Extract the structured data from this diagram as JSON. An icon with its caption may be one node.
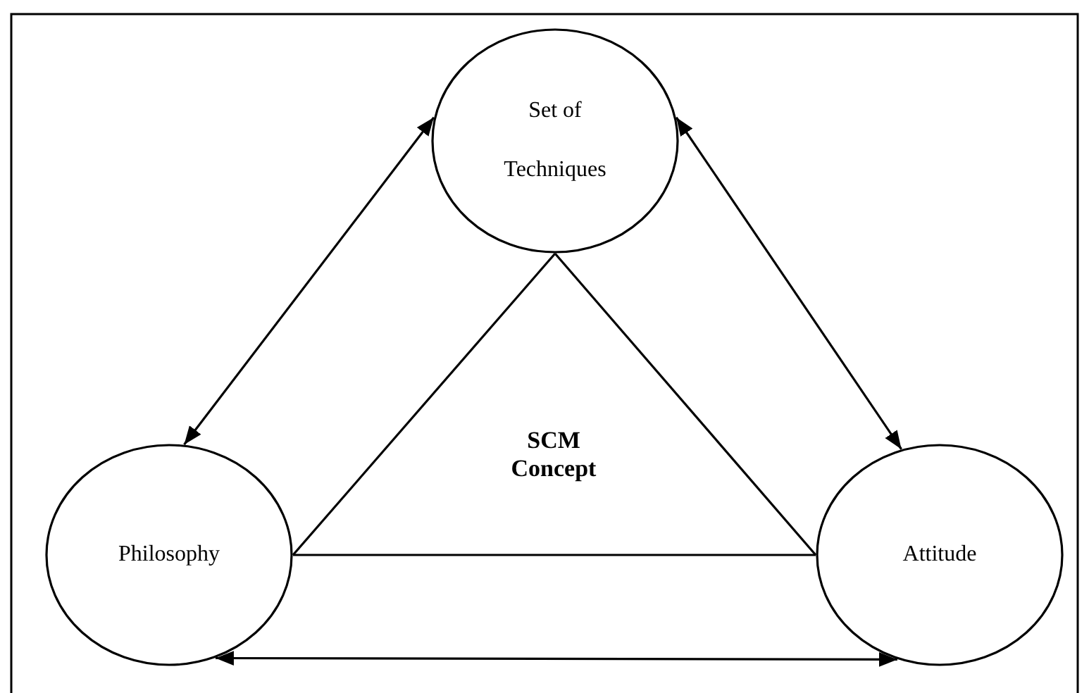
{
  "diagram": {
    "nodes": [
      {
        "text": [
          "Set of Techniques"
        ]
      },
      {
        "text": [
          "Philosophy"
        ]
      },
      {
        "text": [
          "Attitude"
        ]
      }
    ],
    "edges": [
      {
        "from": 0,
        "to": 1,
        "arrow": "both"
      },
      {
        "from": 0,
        "to": 2,
        "arrow": "both"
      },
      {
        "from": 1,
        "to": 2,
        "arrow": "both"
      },
      {
        "from": 0,
        "to": 1,
        "arrow": "none"
      },
      {
        "from": 0,
        "to": 2,
        "arrow": "none"
      },
      {
        "from": 1,
        "to": 2,
        "arrow": "none"
      }
    ],
    "labels": [
      "SCM Concept"
    ]
  }
}
